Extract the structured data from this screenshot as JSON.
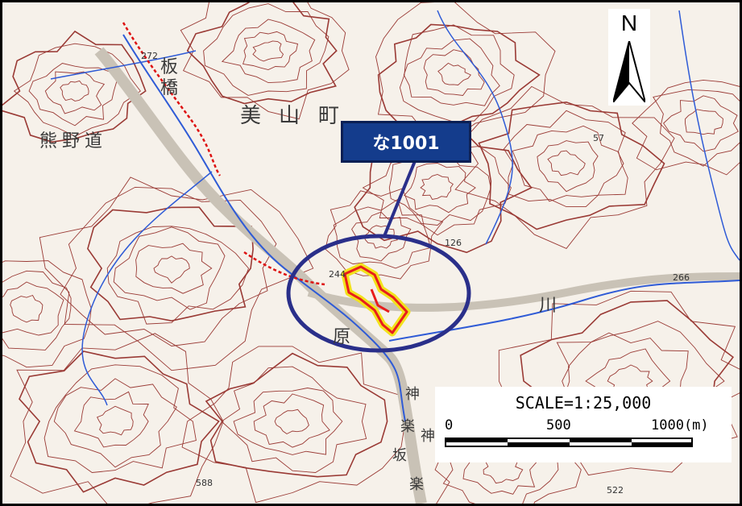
{
  "map": {
    "callout_label": "な1001",
    "north_label": "N",
    "scale": {
      "title": "SCALE=1:25,000",
      "ticks": [
        "0",
        "500",
        "1000(m)"
      ]
    },
    "place_labels": {
      "itabashi_1": "板",
      "itabashi_2": "橋",
      "miyama": "美",
      "yama": "山",
      "machi": "町",
      "kumanomichi": "熊野道",
      "kawa": "川",
      "hara": "原",
      "kamiraku_1": "神",
      "kamiraku_2": "楽",
      "kamiraku_3": "神",
      "kamiraku_4": "坂",
      "kamiraku_5": "楽"
    },
    "elevations": {
      "e272": "272",
      "e126": "126",
      "e266": "266",
      "e24": "244",
      "e57": "57",
      "e522": "522",
      "e588": "588"
    },
    "colors": {
      "contour": "#9a3a35",
      "river": "#2f5bd6",
      "road": "#8a8a8a",
      "ellipse": "#2a2f8a",
      "parcel_outline": "#e81c1c",
      "parcel_halo": "#f2e21c",
      "callout_fill": "#143c8c"
    }
  }
}
